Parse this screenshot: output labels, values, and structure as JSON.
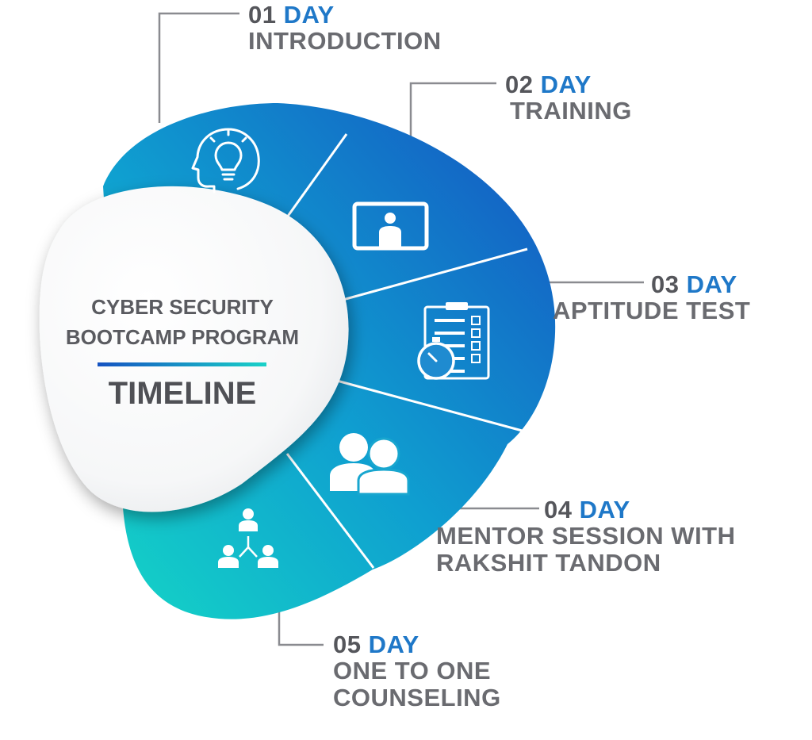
{
  "center": {
    "line1": "CYBER SECURITY",
    "line2": "BOOTCAMP PROGRAM",
    "timeline": "TIMELINE"
  },
  "days": [
    {
      "num": "01",
      "day": "DAY",
      "title_lines": [
        "INTRODUCTION"
      ],
      "icon": "head-lightbulb-icon"
    },
    {
      "num": "02",
      "day": "DAY",
      "title_lines": [
        "TRAINING"
      ],
      "icon": "presentation-screen-icon"
    },
    {
      "num": "03",
      "day": "DAY",
      "title_lines": [
        "APTITUDE TEST"
      ],
      "icon": "clipboard-stopwatch-icon"
    },
    {
      "num": "04",
      "day": "DAY",
      "title_lines": [
        "MENTOR SESSION WITH",
        "RAKSHIT TANDON"
      ],
      "icon": "two-people-icon"
    },
    {
      "num": "05",
      "day": "DAY",
      "title_lines": [
        "ONE TO ONE",
        "COUNSELING"
      ],
      "icon": "network-people-icon"
    }
  ],
  "colors": {
    "teal": "#19c9c2",
    "blue": "#1565c0",
    "day_blue": "#1f78c8",
    "text_gray": "#6a6b70",
    "line_gray": "#8a8b90"
  }
}
